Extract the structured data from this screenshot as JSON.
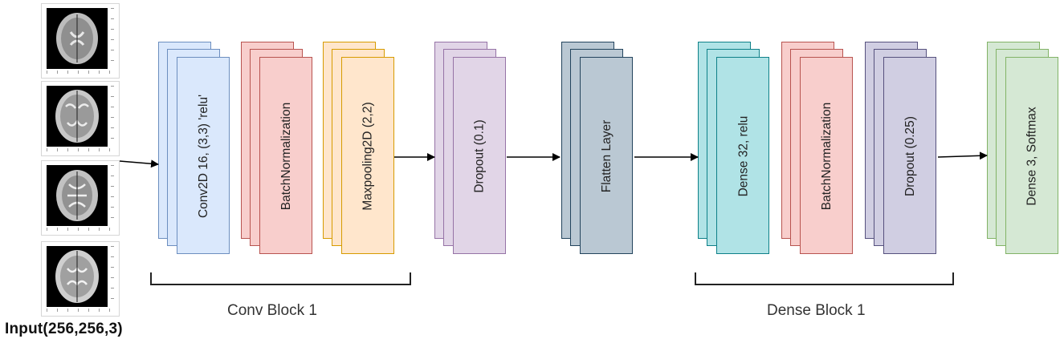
{
  "input": {
    "label": "Input(256,256,3)",
    "slices": [
      {
        "name": "mri-slice-1"
      },
      {
        "name": "mri-slice-2"
      },
      {
        "name": "mri-slice-3"
      },
      {
        "name": "mri-slice-4"
      }
    ]
  },
  "layers": [
    {
      "label": "Conv2D 16, (3,3) 'relu'",
      "fill": "#dae8fc",
      "stroke": "#6c8ebf"
    },
    {
      "label": "BatchNormalization",
      "fill": "#f8cecc",
      "stroke": "#b85450"
    },
    {
      "label": "Maxpooling2D (2,2)",
      "fill": "#ffe6cc",
      "stroke": "#d79b00"
    },
    {
      "label": "Dropout (0.1)",
      "fill": "#e1d5e7",
      "stroke": "#9673a6"
    },
    {
      "label": "Flatten Layer",
      "fill": "#bac8d3",
      "stroke": "#23445d"
    },
    {
      "label": "Dense 32, relu",
      "fill": "#b0e3e6",
      "stroke": "#0e8088"
    },
    {
      "label": "BatchNormalization",
      "fill": "#f8cecc",
      "stroke": "#b85450"
    },
    {
      "label": "Dropout (0.25)",
      "fill": "#d0cee2",
      "stroke": "#56517e"
    },
    {
      "label": "Dense 3, Softmax",
      "fill": "#d5e8d4",
      "stroke": "#82b366"
    }
  ],
  "blocks": [
    {
      "label": "Conv Block 1"
    },
    {
      "label": "Dense Block 1"
    }
  ],
  "colors": {
    "arrow": "#000000",
    "bracket": "#222222",
    "mri_background": "#000000"
  }
}
